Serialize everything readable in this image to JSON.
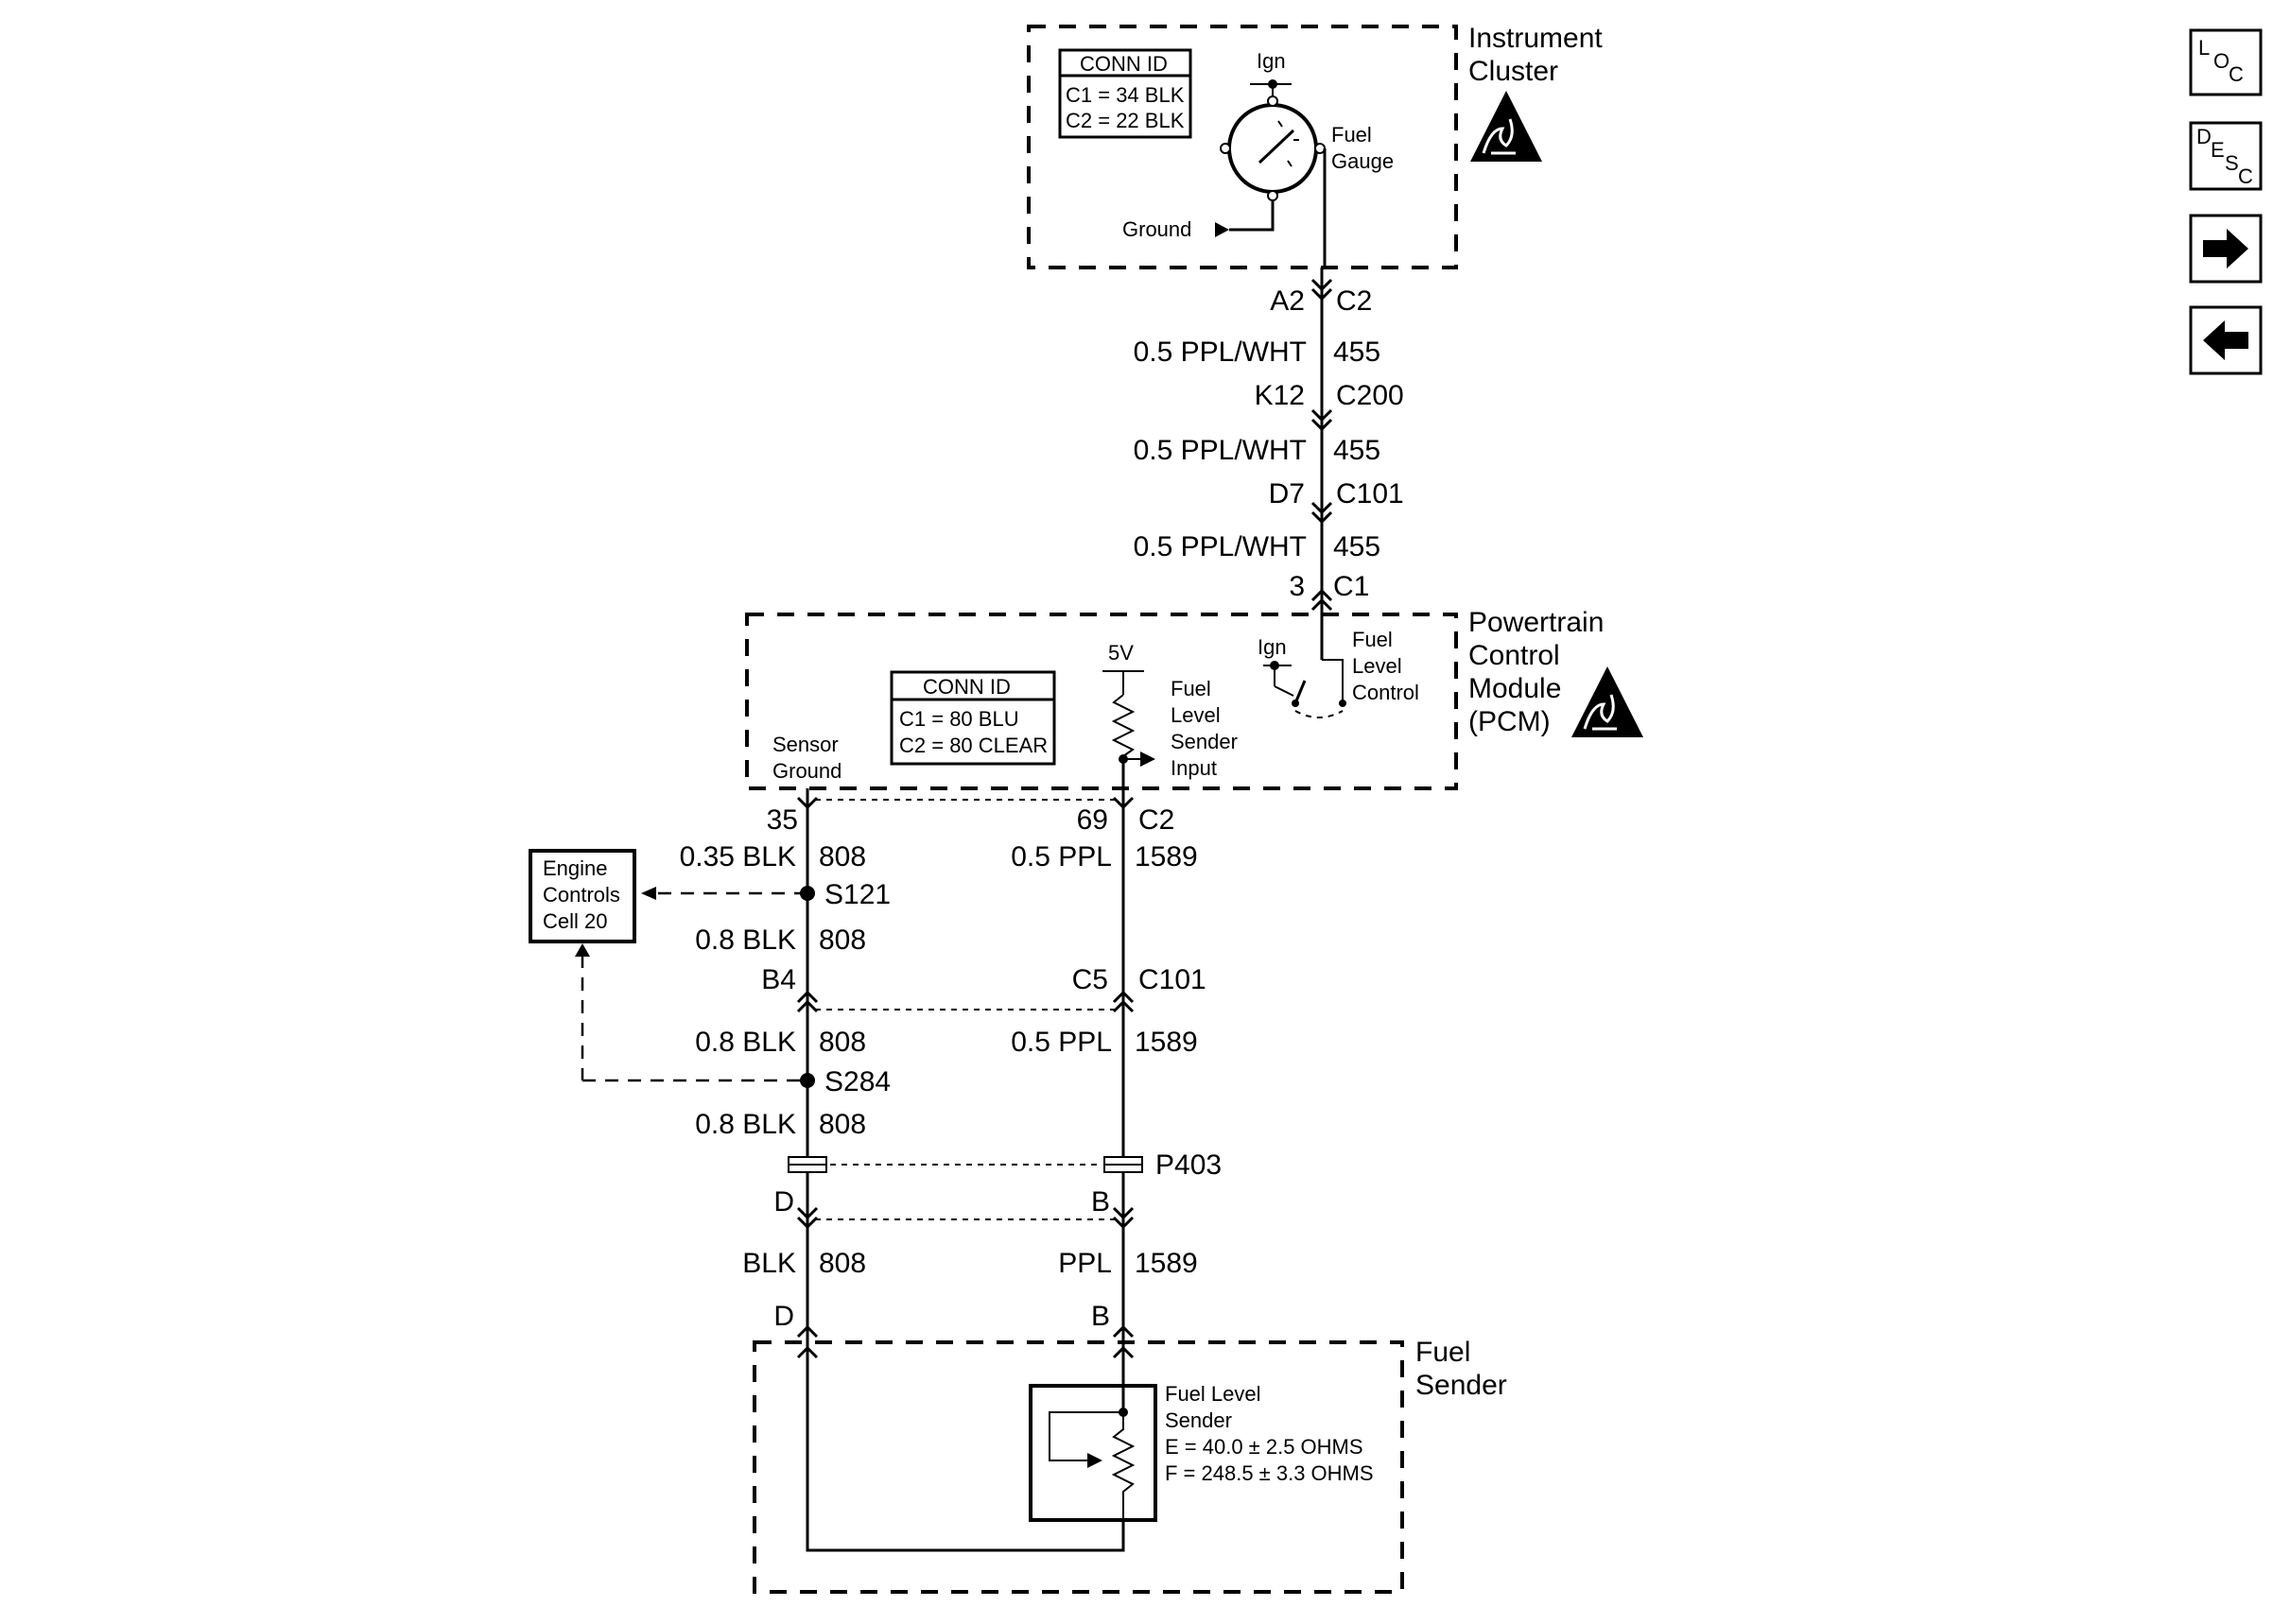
{
  "nav": {
    "loc": {
      "l": "L",
      "o": "O",
      "c": "C"
    },
    "desc": {
      "d": "D",
      "e": "E",
      "s": "S",
      "c": "C"
    },
    "next_icon": "right-arrow-icon",
    "prev_icon": "left-arrow-icon"
  },
  "instrument_cluster": {
    "title_line1": "Instrument",
    "title_line2": "Cluster",
    "conn_id": {
      "header": "CONN ID",
      "c1": "C1 = 34 BLK",
      "c2": "C2 = 22 BLK"
    },
    "ign": "Ign",
    "gauge_line1": "Fuel",
    "gauge_line2": "Gauge",
    "ground": "Ground",
    "esd_icon": "esd-sensitive-icon"
  },
  "circuit_455": {
    "a2": "A2",
    "c2": "C2",
    "wire1": "0.5 PPL/WHT",
    "num1": "455",
    "k12": "K12",
    "c200": "C200",
    "wire2": "0.5 PPL/WHT",
    "num2": "455",
    "d7": "D7",
    "c101": "C101",
    "wire3": "0.5 PPL/WHT",
    "num3": "455",
    "pin3": "3",
    "c1": "C1"
  },
  "pcm": {
    "title_line1": "Powertrain",
    "title_line2": "Control",
    "title_line3": "Module",
    "title_line4": "(PCM)",
    "ign": "Ign",
    "flc_line1": "Fuel",
    "flc_line2": "Level",
    "flc_line3": "Control",
    "five_v": "5V",
    "conn_id": {
      "header": "CONN ID",
      "c1": "C1 = 80 BLU",
      "c2": "C2 = 80 CLEAR"
    },
    "fls_line1": "Fuel",
    "fls_line2": "Level",
    "fls_line3": "Sender",
    "fls_line4": "Input",
    "sg_line1": "Sensor",
    "sg_line2": "Ground",
    "esd_icon": "esd-sensitive-icon"
  },
  "lower": {
    "pin35": "35",
    "pin69": "69",
    "c2": "C2",
    "w035blk": "0.35 BLK",
    "n808a": "808",
    "w05ppl_a": "0.5 PPL",
    "n1589a": "1589",
    "engine_line1": "Engine",
    "engine_line2": "Controls",
    "engine_line3": "Cell 20",
    "s121": "S121",
    "w08blk_a": "0.8 BLK",
    "n808b": "808",
    "b4": "B4",
    "c5": "C5",
    "c101": "C101",
    "w08blk_b": "0.8 BLK",
    "n808c": "808",
    "w05ppl_b": "0.5 PPL",
    "n1589b": "1589",
    "s284": "S284",
    "w08blk_c": "0.8 BLK",
    "n808d": "808",
    "p403": "P403",
    "d1": "D",
    "b1": "B",
    "blk": "BLK",
    "n808e": "808",
    "ppl": "PPL",
    "n1589c": "1589",
    "d2": "D",
    "b2": "B"
  },
  "fuel_sender": {
    "title_line1": "Fuel",
    "title_line2": "Sender",
    "fls_line1": "Fuel Level",
    "fls_line2": "Sender",
    "spec_e": "E = 40.0 ± 2.5 OHMS",
    "spec_f": "F = 248.5 ± 3.3 OHMS"
  }
}
